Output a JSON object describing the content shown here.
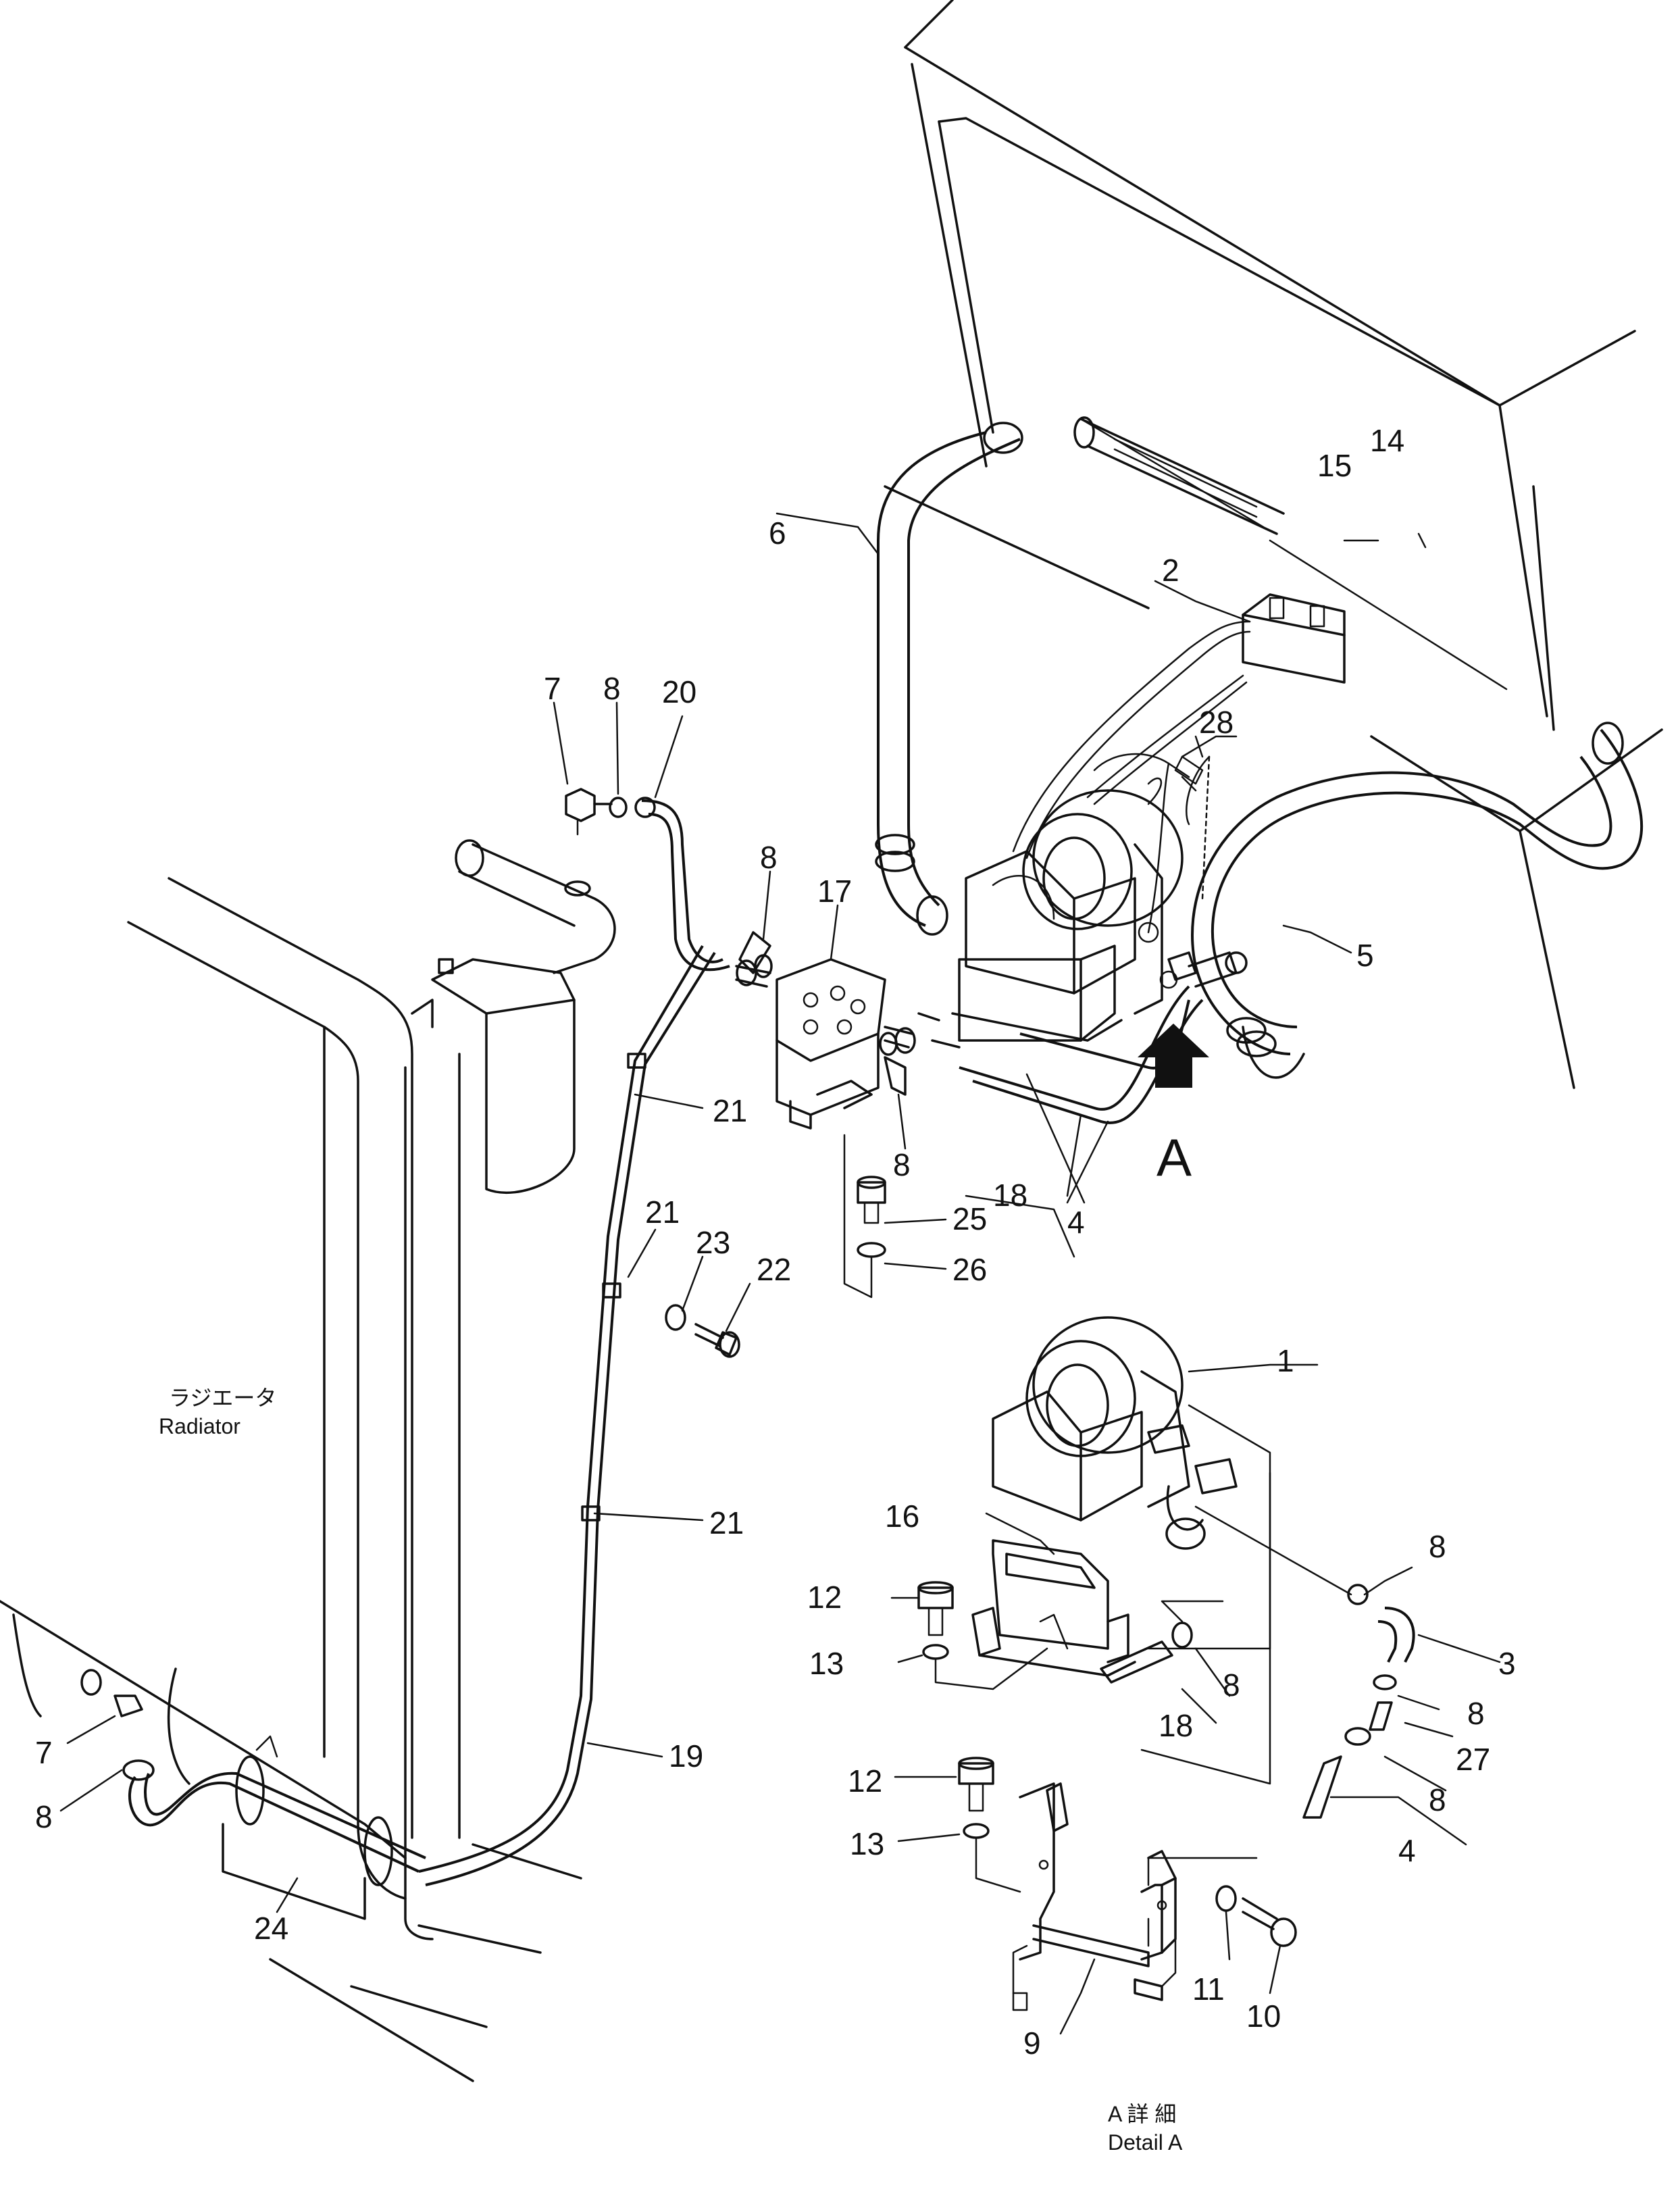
{
  "diagram": {
    "callouts": {
      "c1": "1",
      "c2": "2",
      "c3": "3",
      "c4a": "4",
      "c4b": "4",
      "c5": "5",
      "c6": "6",
      "c7a": "7",
      "c7b": "7",
      "c8a": "8",
      "c8b": "8",
      "c8c": "8",
      "c8d": "8",
      "c8e": "8",
      "c8f": "8",
      "c8g": "8",
      "c8h": "8",
      "c9": "9",
      "c10": "10",
      "c11": "11",
      "c12a": "12",
      "c12b": "12",
      "c13a": "13",
      "c13b": "13",
      "c14": "14",
      "c15": "15",
      "c16": "16",
      "c17": "17",
      "c18a": "18",
      "c18b": "18",
      "c19": "19",
      "c20": "20",
      "c21a": "21",
      "c21b": "21",
      "c21c": "21",
      "c22": "22",
      "c23": "23",
      "c24": "24",
      "c25": "25",
      "c26": "26",
      "c27": "27",
      "c28": "28"
    },
    "view_arrow_label": "A",
    "radiator_label_jp": "ラジエータ",
    "radiator_label_en": "Radiator",
    "detail_label_jp": "A 詳 細",
    "detail_label_en": "Detail A"
  }
}
